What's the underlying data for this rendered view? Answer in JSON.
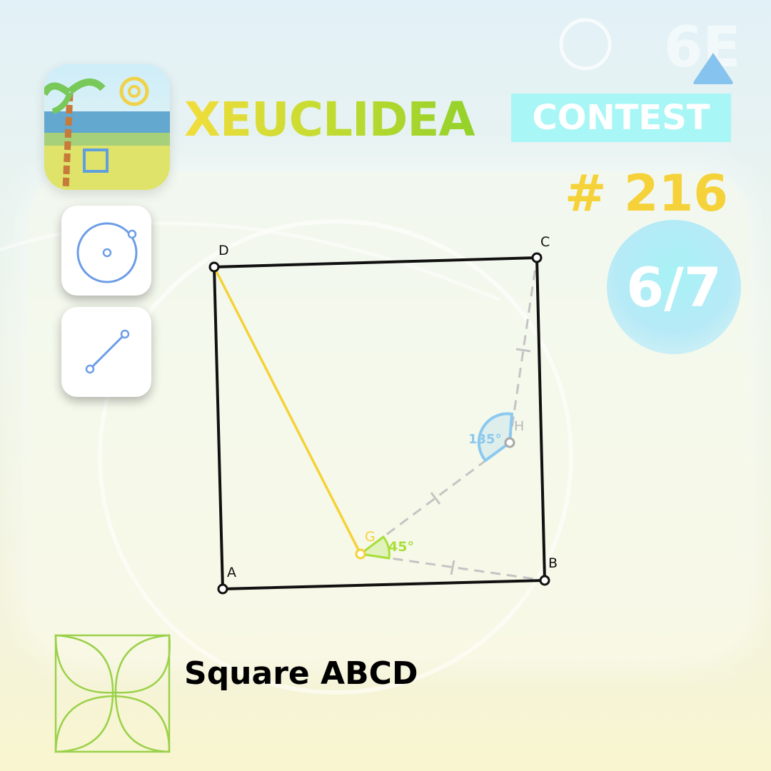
{
  "header": {
    "title": "XEUCLIDEA",
    "badge": "CONTEST",
    "puzzle_number": "# 216",
    "progress": "6/7",
    "background_number": "6E"
  },
  "tools": [
    {
      "name": "circle-tool",
      "icon": "circle-icon"
    },
    {
      "name": "line-tool",
      "icon": "segment-icon"
    }
  ],
  "figure": {
    "points": {
      "A": "A",
      "B": "B",
      "C": "C",
      "D": "D",
      "G": "G",
      "H": "H"
    },
    "angles": {
      "g_angle": "45°",
      "h_angle": "135°"
    }
  },
  "caption": "Square ABCD",
  "colors": {
    "title_gradient": [
      "#f2dd3c",
      "#93d12a"
    ],
    "badge_bg": "#a9f6f6",
    "puzzle_number": "#f5d23a",
    "square": "#111111",
    "segment_DG": "#f5d23a",
    "construction": "#c4c4c4",
    "angle_45": "#a8e03a",
    "angle_135": "#8cc9f0",
    "tool_icon": "#6c9de6",
    "logo": "#9bd14a"
  }
}
